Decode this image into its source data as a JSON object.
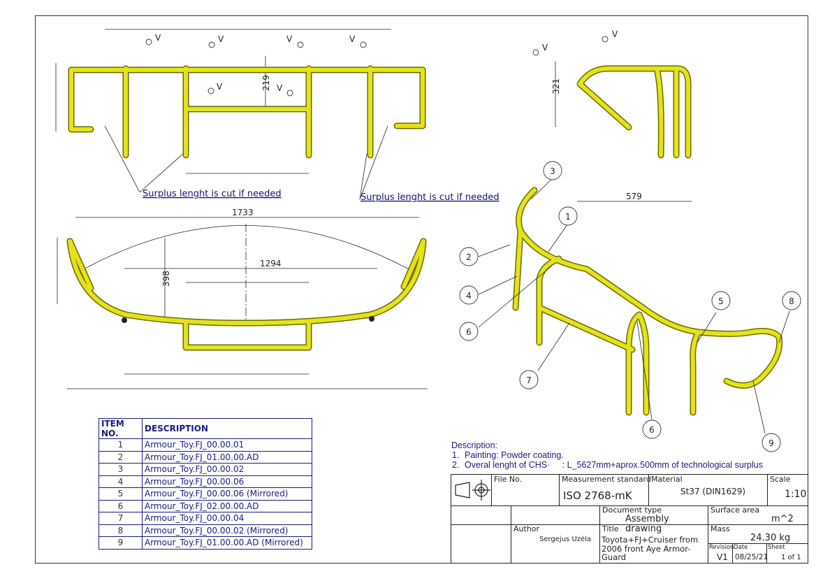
{
  "dimensions": {
    "top_height": "219",
    "side_height": "321",
    "side_depth": "579",
    "overall_width": "1733",
    "inner_width": "1294",
    "front_height": "398"
  },
  "notes": {
    "surplus_left": "Surplus lenght is cut if needed",
    "surplus_right": "Surplus lenght is cut if needed",
    "weld_symbol": "V"
  },
  "callouts": [
    "1",
    "2",
    "3",
    "4",
    "5",
    "6",
    "6",
    "7",
    "8",
    "9"
  ],
  "tube_color": "#e3e31a",
  "bom": {
    "headers": [
      "ITEM NO.",
      "DESCRIPTION"
    ],
    "rows": [
      {
        "n": "1",
        "d": "Armour_Toy.FJ_00.00.01"
      },
      {
        "n": "2",
        "d": "Armour_Toy.FJ_01.00.00.AD"
      },
      {
        "n": "3",
        "d": "Armour_Toy.FJ_00.00.02"
      },
      {
        "n": "4",
        "d": "Armour_Toy.FJ_00.00.06"
      },
      {
        "n": "5",
        "d": "Armour_Toy.FJ_00.00.06 (Mirrored)"
      },
      {
        "n": "6",
        "d": "Armour_Toy.FJ_02.00.00.AD"
      },
      {
        "n": "7",
        "d": "Armour_Toy.FJ_00.00.04"
      },
      {
        "n": "8",
        "d": "Armour_Toy.FJ_00.00.02 (Mirrored)"
      },
      {
        "n": "9",
        "d": "Armour_Toy.FJ_01.00.00.AD (Mirrored)"
      }
    ]
  },
  "description": {
    "title": "Description:",
    "items": [
      {
        "num": "1.",
        "text": "Painting: Powder coating."
      },
      {
        "num": "2.",
        "text": "Overal lenght of CHS·     : L_5627mm+aprox.500mm of technological surplus"
      }
    ]
  },
  "title_block": {
    "file_no_label": "File No.",
    "measurement_label": "Measurement standard",
    "measurement": "ISO 2768-mK",
    "material_label": "Material",
    "material": "St37 (DIN1629)",
    "scale_label": "Scale",
    "scale": "1:10",
    "doc_type_label": "Document type",
    "doc_type": "Assembly drawing",
    "surface_label": "Surface area",
    "surface": "m^2",
    "author_label": "Author",
    "author": "Sergejus Uzėla",
    "title_label": "Title",
    "title": "Toyota+FJ+Cruiser from 2006 front Aye Armor-Guard",
    "mass_label": "Mass",
    "mass": "24.30 kg",
    "revision_label": "Revision",
    "revision": "V1",
    "date_label": "Date",
    "date": "08/25/21",
    "sheet_label": "Sheet",
    "sheet": "1 of 1"
  }
}
